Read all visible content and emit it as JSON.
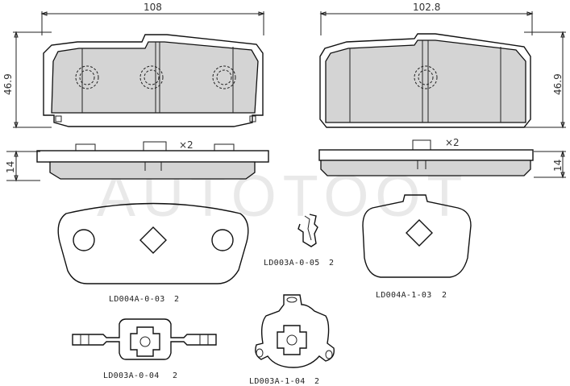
{
  "watermark": "AUTOTOOT",
  "dimensions": {
    "left_width": "108",
    "right_width": "102.8",
    "left_height": "46.9",
    "right_height": "46.9",
    "left_thickness": "14",
    "right_thickness": "14"
  },
  "quantity_marks": {
    "left": "×2",
    "right": "×2"
  },
  "parts": [
    {
      "code": "LD003A-0-05",
      "qty": "2"
    },
    {
      "code": "LD004A-0-03",
      "qty": "2"
    },
    {
      "code": "LD004A-1-03",
      "qty": "2"
    },
    {
      "code": "LD003A-0-04",
      "qty": "2"
    },
    {
      "code": "LD003A-1-04",
      "qty": "2"
    }
  ]
}
